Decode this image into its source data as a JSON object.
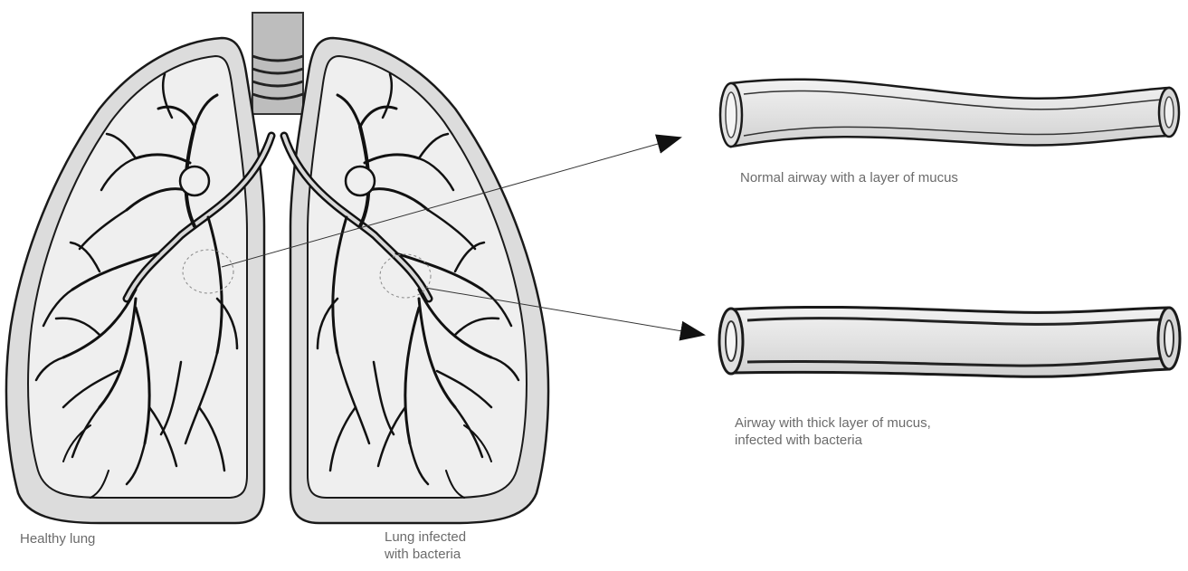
{
  "labels": {
    "healthy_lung": "Healthy lung",
    "infected_lung_line1": "Lung infected",
    "infected_lung_line2": "with bacteria",
    "normal_airway": "Normal airway with a layer of mucus",
    "thick_airway_line1": "Airway with thick layer of mucus,",
    "thick_airway_line2": "infected with bacteria"
  },
  "colors": {
    "lung_fill": "#dcdcdc",
    "lung_inner_fill": "#eeeeee",
    "outline": "#1a1a1a",
    "branch": "#111111",
    "airway_fill": "#e6e6e6",
    "label_text": "#6b6b6b"
  }
}
